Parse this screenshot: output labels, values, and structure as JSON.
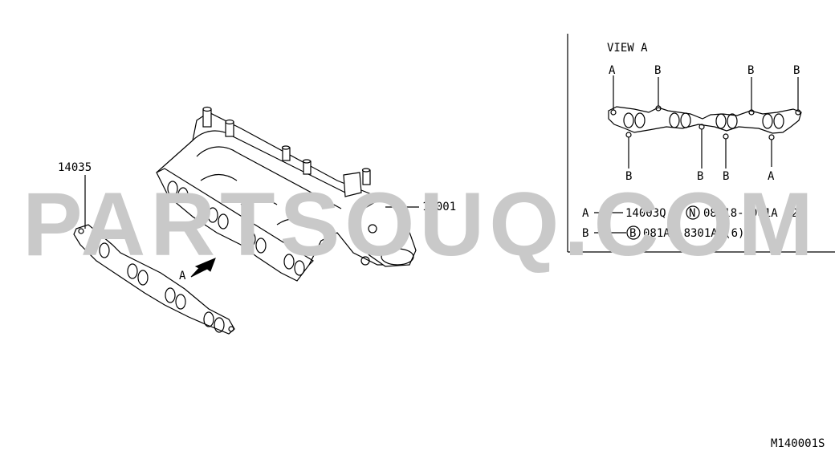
{
  "watermark": "PARTSOUQ.COM",
  "callouts": {
    "gasket": "14035",
    "manifold": "14001",
    "arrow_view": "A"
  },
  "view_a": {
    "title": "VIEW A",
    "top_labels": [
      "A",
      "B",
      "B",
      "B"
    ],
    "bottom_labels": [
      "B",
      "B",
      "B",
      "A"
    ]
  },
  "legend": {
    "row_a": {
      "key": "A",
      "part": "14003Q ,",
      "symbol": "N",
      "code": "08918-3081A (2)"
    },
    "row_b": {
      "key": "B",
      "symbol": "B",
      "code": "081A8-8301A (6)"
    }
  },
  "diagram_code": "M140001S"
}
